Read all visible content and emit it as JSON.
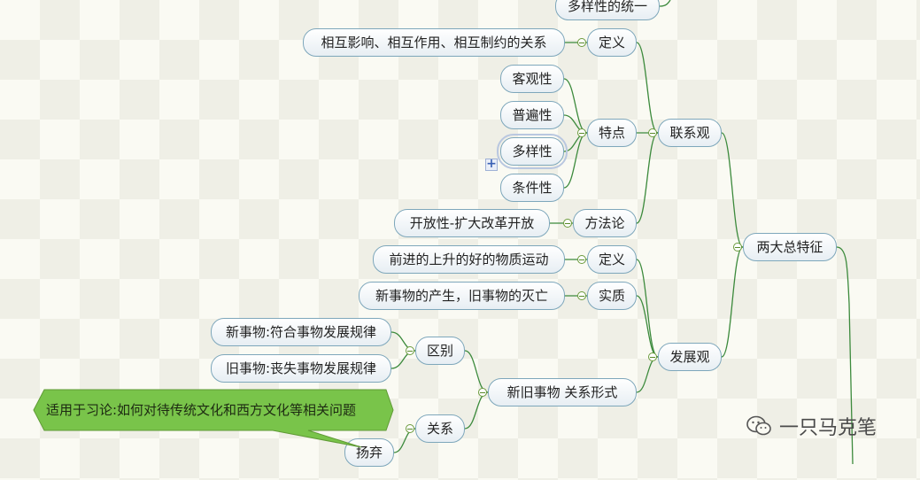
{
  "diagram": {
    "nodes": [
      {
        "id": "n_top",
        "text": "多样性的统一"
      },
      {
        "id": "n_def1",
        "text": "相互影响、相互作用、相互制约的关系"
      },
      {
        "id": "n_dingyi1",
        "text": "定义"
      },
      {
        "id": "n_keguan",
        "text": "客观性"
      },
      {
        "id": "n_pubian",
        "text": "普遍性"
      },
      {
        "id": "n_duoyang",
        "text": "多样性"
      },
      {
        "id": "n_tiaojian",
        "text": "条件性"
      },
      {
        "id": "n_tedian",
        "text": "特点"
      },
      {
        "id": "n_lianxi",
        "text": "联系观"
      },
      {
        "id": "n_kaifang",
        "text": "开放性-扩大改革开放"
      },
      {
        "id": "n_fangfa",
        "text": "方法论"
      },
      {
        "id": "n_liangda",
        "text": "两大总特征"
      },
      {
        "id": "n_qianjin",
        "text": "前进的上升的好的物质运动"
      },
      {
        "id": "n_dingyi2",
        "text": "定义"
      },
      {
        "id": "n_xinshiwu",
        "text": "新事物的产生，旧事物的灭亡"
      },
      {
        "id": "n_shizhi",
        "text": "实质"
      },
      {
        "id": "n_fazhan",
        "text": "发展观"
      },
      {
        "id": "n_xin",
        "text": "新事物:符合事物发展规律"
      },
      {
        "id": "n_jiu",
        "text": "旧事物:丧失事物发展规律"
      },
      {
        "id": "n_qubie",
        "text": "区别"
      },
      {
        "id": "n_xinjiu",
        "text": "新旧事物   关系形式"
      },
      {
        "id": "n_guanxi",
        "text": "关系"
      },
      {
        "id": "n_yangqi",
        "text": "扬弃"
      }
    ],
    "edges": [
      [
        "n_liangda",
        "n_lianxi"
      ],
      [
        "n_liangda",
        "n_fazhan"
      ],
      [
        "n_lianxi",
        "n_dingyi1"
      ],
      [
        "n_lianxi",
        "n_tedian"
      ],
      [
        "n_lianxi",
        "n_fangfa"
      ],
      [
        "n_dingyi1",
        "n_def1"
      ],
      [
        "n_tedian",
        "n_keguan"
      ],
      [
        "n_tedian",
        "n_pubian"
      ],
      [
        "n_tedian",
        "n_duoyang"
      ],
      [
        "n_tedian",
        "n_tiaojian"
      ],
      [
        "n_fangfa",
        "n_kaifang"
      ],
      [
        "n_fazhan",
        "n_dingyi2"
      ],
      [
        "n_fazhan",
        "n_shizhi"
      ],
      [
        "n_fazhan",
        "n_xinjiu"
      ],
      [
        "n_dingyi2",
        "n_qianjin"
      ],
      [
        "n_shizhi",
        "n_xinshiwu"
      ],
      [
        "n_xinjiu",
        "n_qubie"
      ],
      [
        "n_xinjiu",
        "n_guanxi"
      ],
      [
        "n_qubie",
        "n_xin"
      ],
      [
        "n_qubie",
        "n_jiu"
      ],
      [
        "n_guanxi",
        "n_yangqi"
      ]
    ],
    "callout": "适用于习论:如何对待传统文化和西方文化等相关问题",
    "expander_symbol": "+",
    "colors": {
      "line": "#3c8a3c",
      "node_border": "#7ea7bb",
      "callout_fill": "#79c44a"
    }
  },
  "watermark": {
    "text": "一只马克笔",
    "icon": "wechat-icon"
  }
}
